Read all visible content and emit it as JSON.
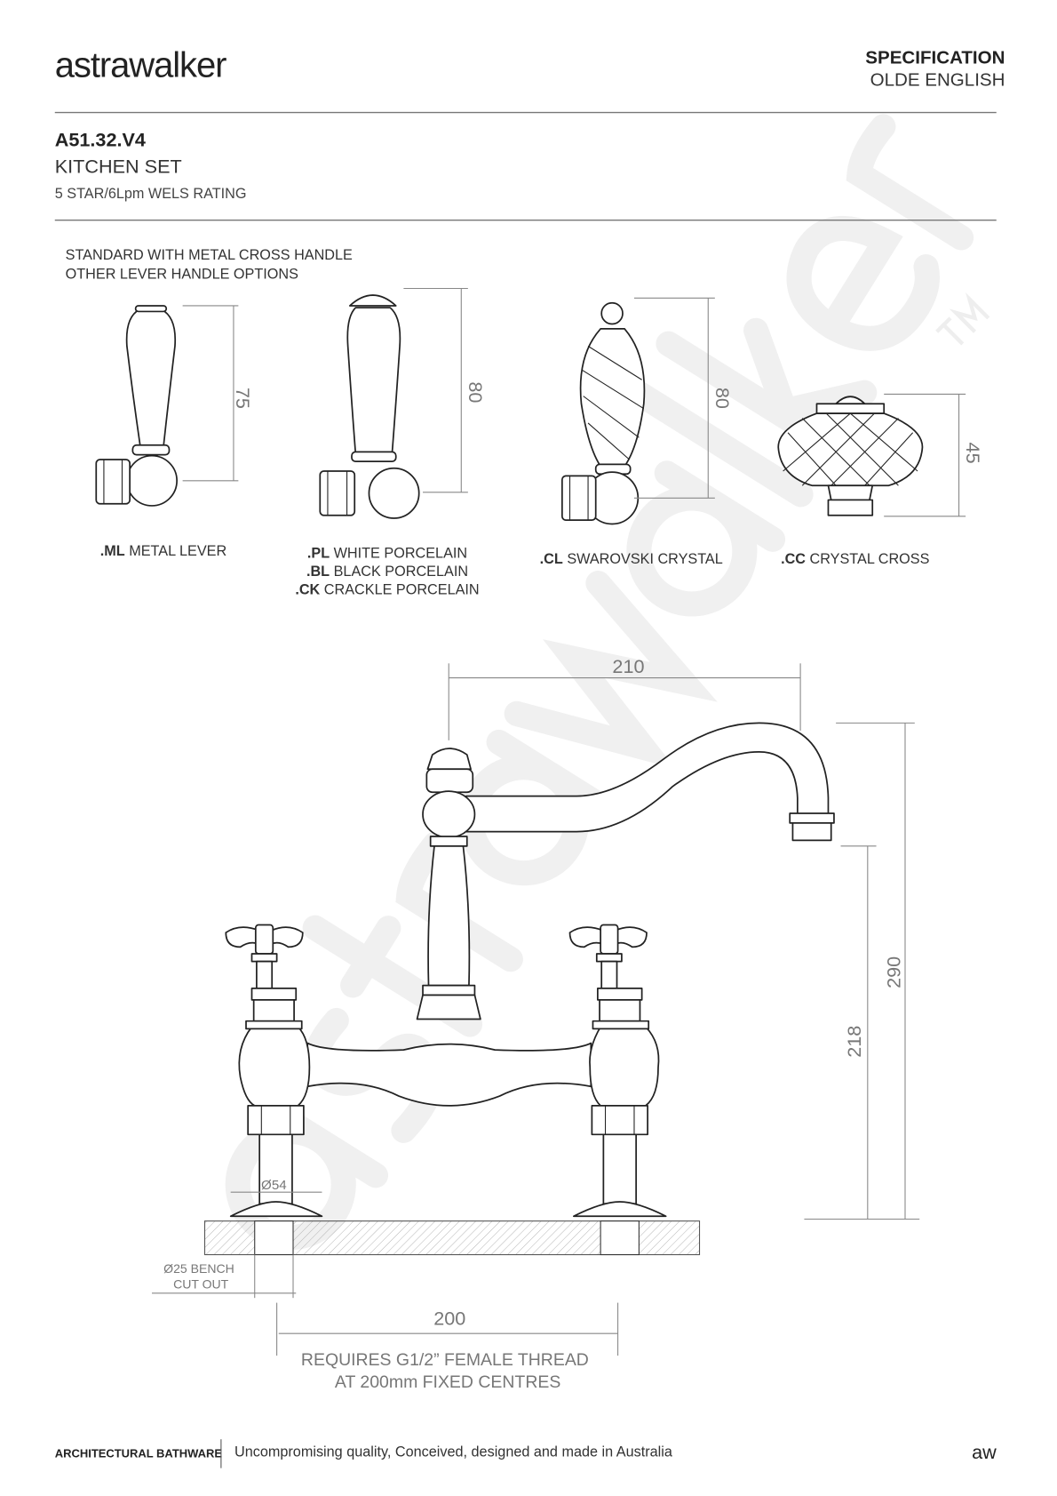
{
  "header": {
    "logo": "astrawalker",
    "doc_type": "SPECIFICATION",
    "range": "OLDE ENGLISH"
  },
  "product": {
    "code": "A51.32.V4",
    "name": "KITCHEN SET",
    "rating": "5 STAR/6Lpm WELS RATING"
  },
  "intro": {
    "line1": "STANDARD WITH METAL CROSS HANDLE",
    "line2": "OTHER LEVER HANDLE OPTIONS"
  },
  "handles": [
    {
      "dimension": "75",
      "options": [
        {
          "code": ".ML",
          "label": "METAL LEVER"
        }
      ]
    },
    {
      "dimension": "80",
      "options": [
        {
          "code": ".PL",
          "label": "WHITE PORCELAIN"
        },
        {
          "code": ".BL",
          "label": "BLACK PORCELAIN"
        },
        {
          "code": ".CK",
          "label": "CRACKLE PORCELAIN"
        }
      ]
    },
    {
      "dimension": "80",
      "options": [
        {
          "code": ".CL",
          "label": "SWAROVSKI CRYSTAL"
        }
      ]
    },
    {
      "dimension": "45",
      "options": [
        {
          "code": ".CC",
          "label": "CRYSTAL CROSS"
        }
      ]
    }
  ],
  "drawing": {
    "spout_reach": "210",
    "overall_height": "290",
    "spout_height": "218",
    "flange_diameter": "Ø54",
    "cutout_line1": "Ø25 BENCH",
    "cutout_line2": "CUT OUT",
    "centres": "200",
    "note_line1": "REQUIRES G1/2” FEMALE THREAD",
    "note_line2": "AT 200mm FIXED CENTRES"
  },
  "watermark": {
    "text": "astrawalker",
    "tm": "TM"
  },
  "footer": {
    "brand": "ARCHITECTURAL BATHWARE",
    "tagline": "Uncompromising quality, Conceived, designed and made in Australia",
    "mark": "aw"
  }
}
